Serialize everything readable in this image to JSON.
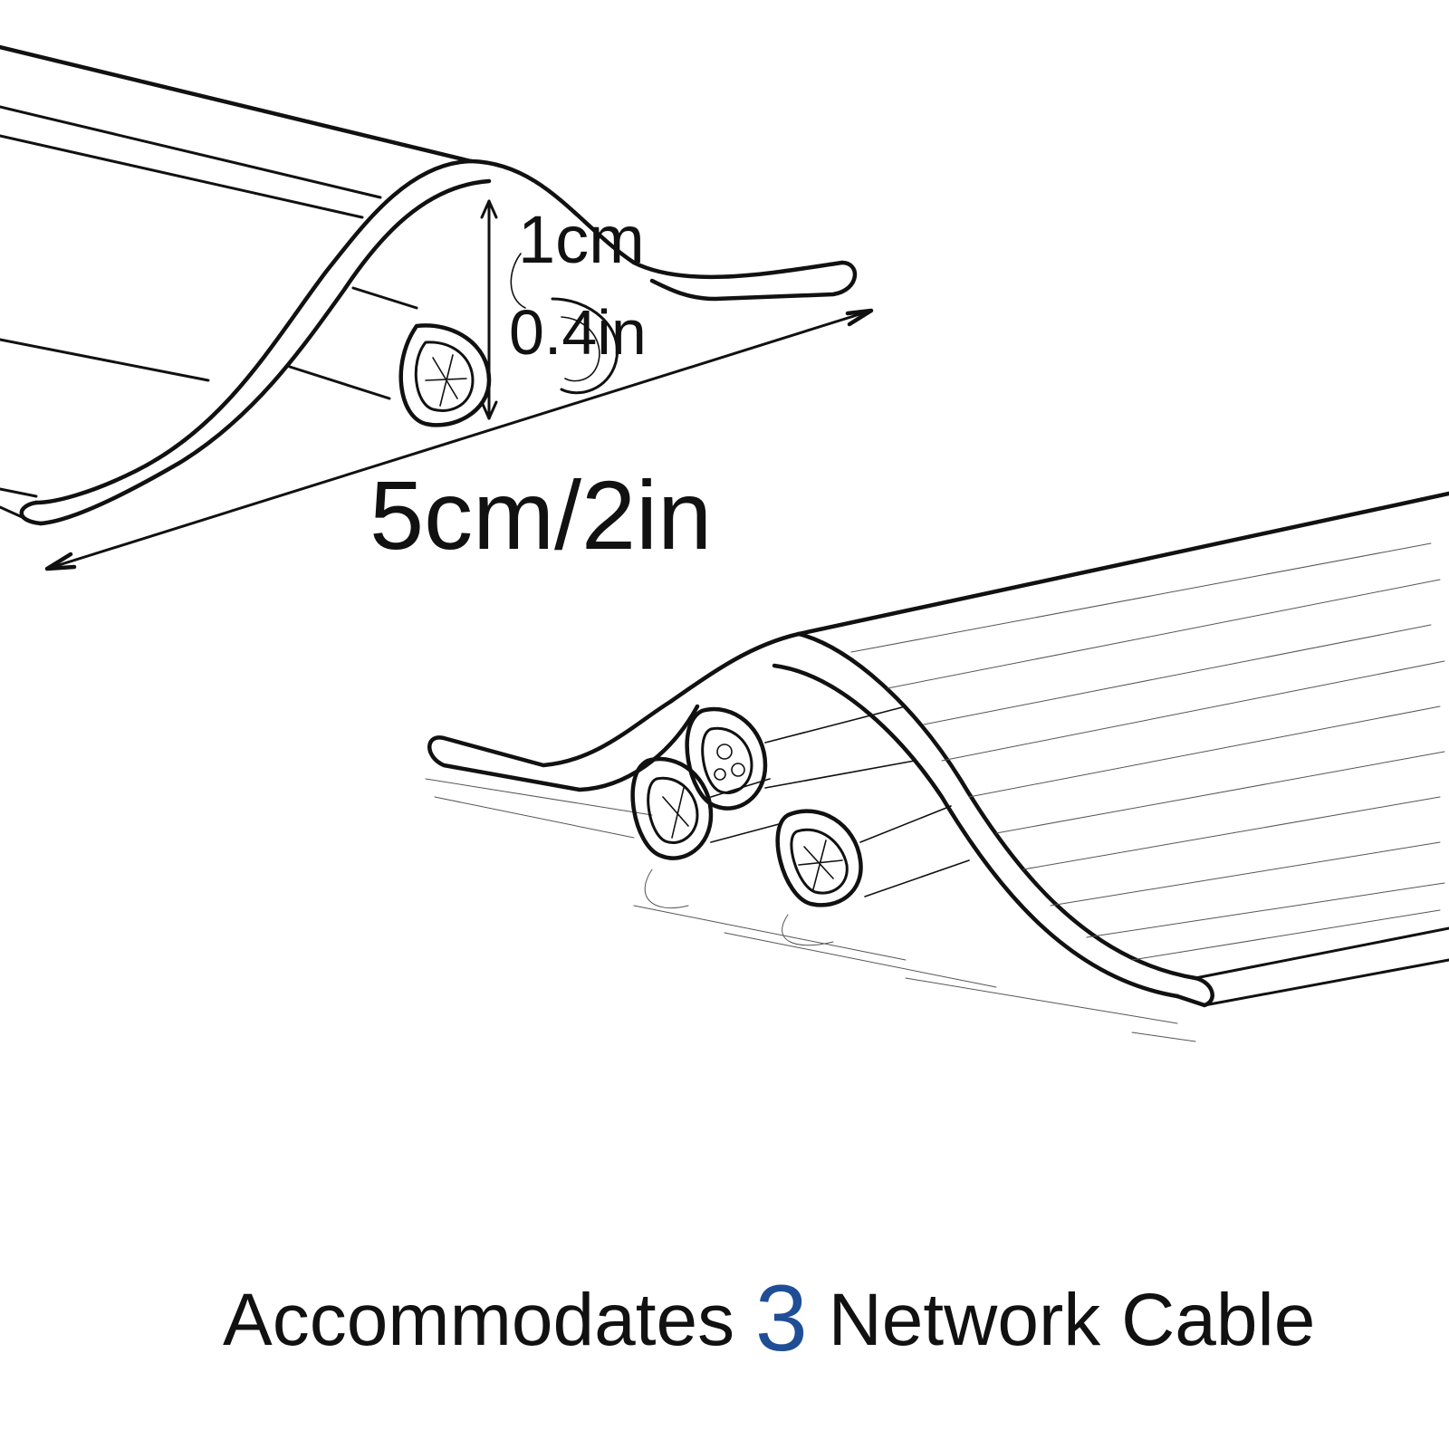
{
  "dimensions": {
    "height_cm": "1cm",
    "height_in": "0.4in",
    "width": "5cm/2in"
  },
  "caption": {
    "prefix": "Accommodates",
    "count": "3",
    "suffix": "Network Cable"
  },
  "colors": {
    "ink": "#111111",
    "count_accent": "#1f4e96",
    "background": "#ffffff"
  }
}
